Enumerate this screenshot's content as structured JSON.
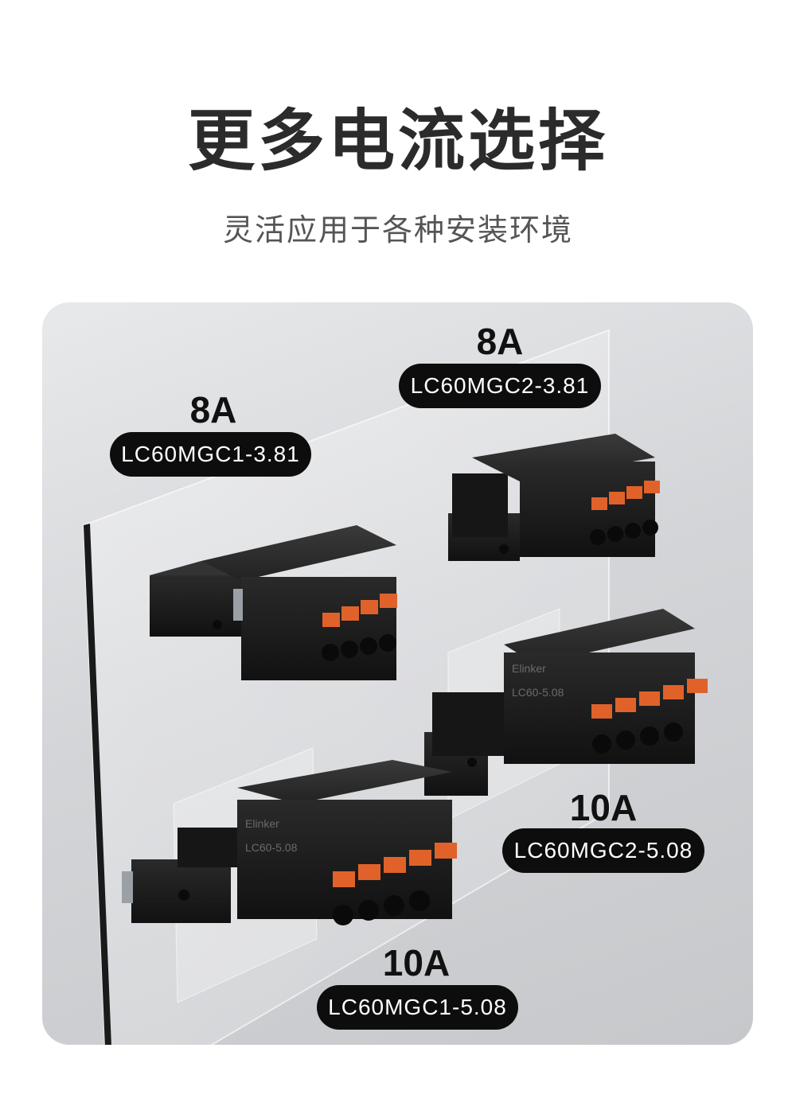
{
  "header": {
    "title": "更多电流选择",
    "subtitle": "灵活应用于各种安装环境"
  },
  "products": [
    {
      "current": "8A",
      "model": "LC60MGC1-3.81",
      "brand": "",
      "series": ""
    },
    {
      "current": "8A",
      "model": "LC60MGC2-3.81",
      "brand": "",
      "series": ""
    },
    {
      "current": "10A",
      "model": "LC60MGC2-5.08",
      "brand": "Elinker",
      "series": "LC60-5.08"
    },
    {
      "current": "10A",
      "model": "LC60MGC1-5.08",
      "brand": "Elinker",
      "series": "LC60-5.08"
    }
  ],
  "colors": {
    "background": "#ffffff",
    "panel": "#d3d5d8",
    "pill": "#0d0d0d",
    "connector_body": "#1c1c1c",
    "lever_orange": "#e0622a"
  }
}
